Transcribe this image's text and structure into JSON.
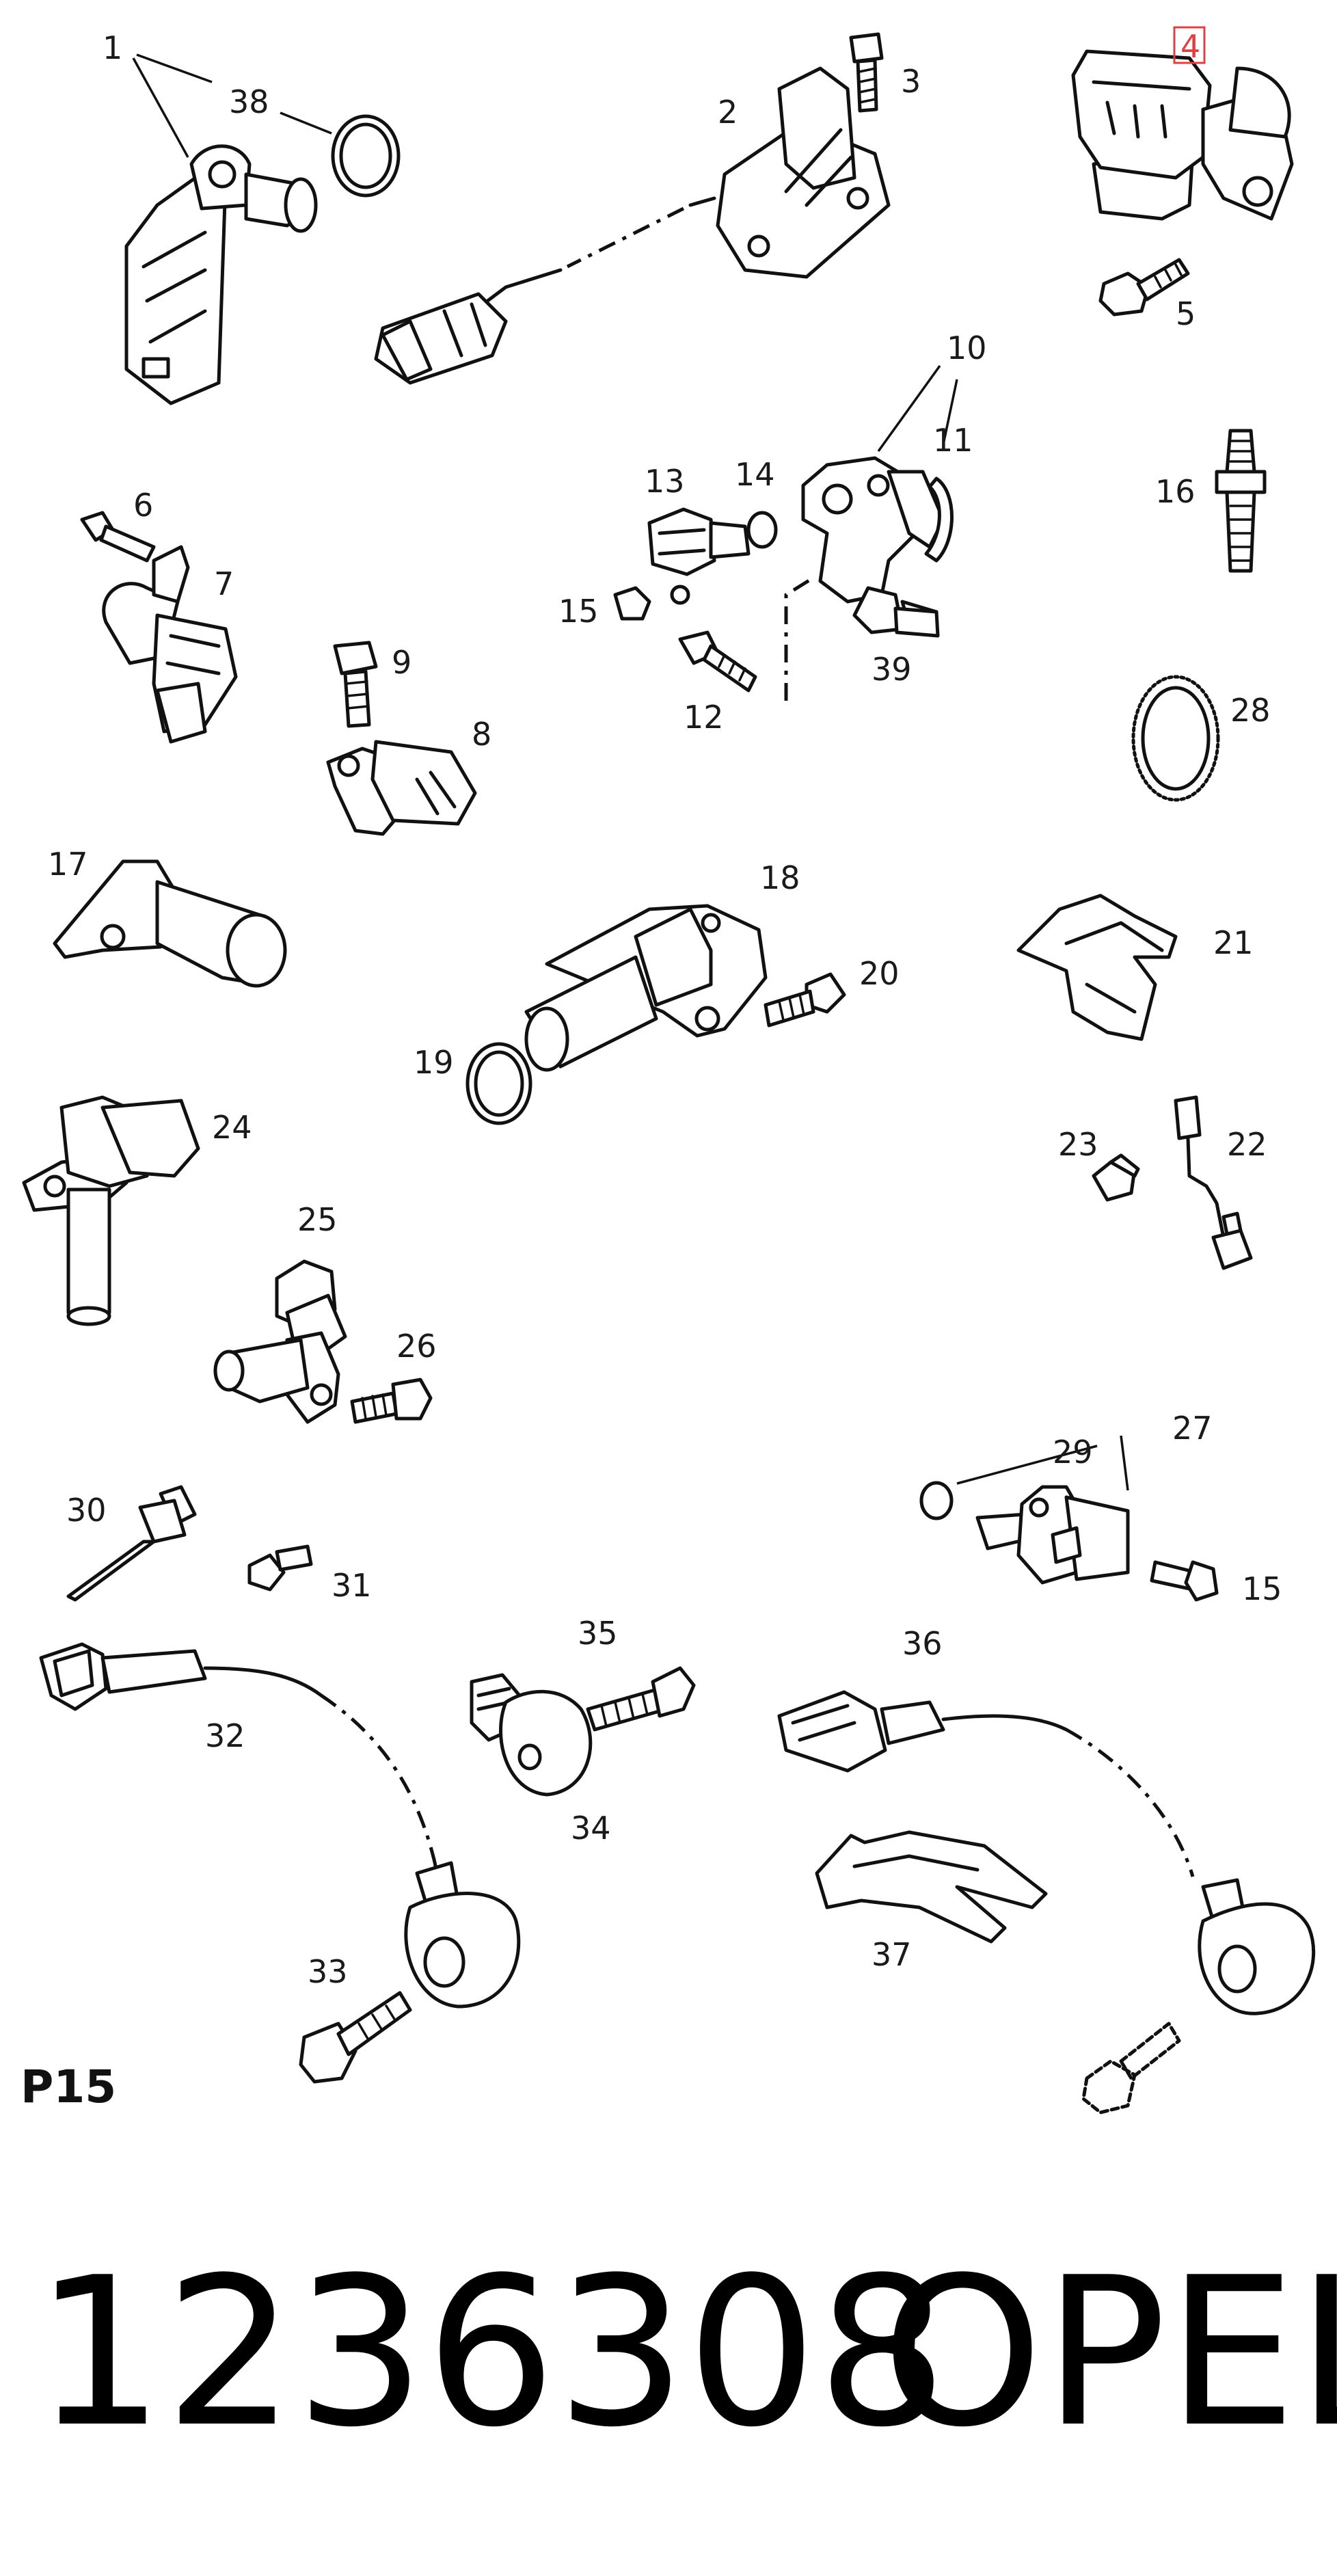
{
  "diagram": {
    "sheet_code": "P15",
    "part_number": "1236308",
    "brand": "OPEL",
    "highlighted_callout": "4",
    "highlight_color": "#e04040",
    "callouts": [
      "1",
      "2",
      "3",
      "4",
      "5",
      "6",
      "7",
      "8",
      "9",
      "10",
      "11",
      "12",
      "13",
      "14",
      "15",
      "15",
      "16",
      "17",
      "18",
      "19",
      "20",
      "21",
      "22",
      "23",
      "24",
      "25",
      "26",
      "27",
      "28",
      "29",
      "30",
      "31",
      "32",
      "33",
      "34",
      "35",
      "36",
      "37",
      "38",
      "39"
    ]
  }
}
